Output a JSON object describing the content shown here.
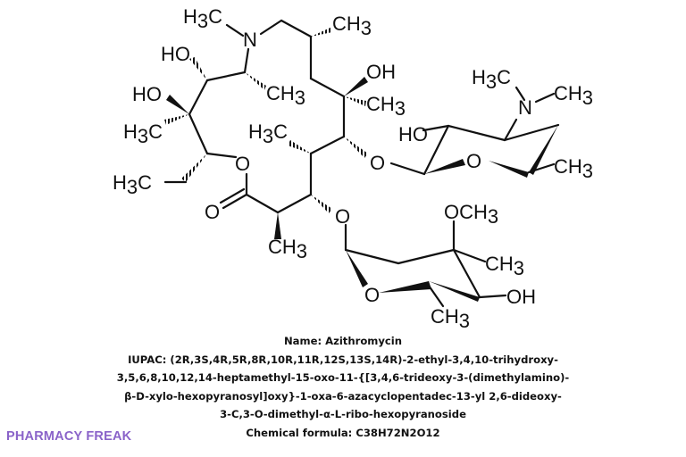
{
  "structure": {
    "compound": "Azithromycin",
    "labels": {
      "n_methyl": "H3C",
      "ring_n": "N",
      "top_methyl": "CH3",
      "ho_top": "HO",
      "n_adj_methyl": "CH3",
      "ho_left": "HO",
      "c_methyl_left": "H3C",
      "ethyl": "H3C",
      "ring_o": "O",
      "carbonyl_o": "O",
      "bottom_methyl": "CH3",
      "oh_right": "OH",
      "ch3_right": "CH3",
      "h3c_mid": "H3C",
      "o_desosamine_link": "O",
      "o_cladinose_link": "O",
      "desosamine_ho": "HO",
      "desosamine_ring_o": "O",
      "desosamine_n": "N",
      "desosamine_n_me1": "H3C",
      "desosamine_n_me2": "CH3",
      "desosamine_ch3": "CH3",
      "cladinose_och3": "OCH3",
      "cladinose_ch3_a": "CH3",
      "cladinose_oh": "OH",
      "cladinose_ring_o": "O",
      "cladinose_ch3_b": "CH3"
    }
  },
  "caption": {
    "name": "Name: Azithromycin",
    "iupac_lines": [
      "IUPAC: (2R,3S,4R,5R,8R,10R,11R,12S,13S,14R)-2-ethyl-3,4,10-trihydroxy-",
      "3,5,6,8,10,12,14-heptamethyl-15-oxo-11-{[3,4,6-trideoxy-3-(dimethylamino)-",
      "β-D-xylo-hexopyranosyl]oxy}-1-oxa-6-azacyclopentadec-13-yl 2,6-dideoxy-",
      "3-C,3-O-dimethyl-α-L-ribo-hexopyranoside"
    ],
    "formula": "Chemical formula: C38H72N2O12"
  },
  "brand": {
    "label": "PHARMACY FREAK",
    "color": "#8a63c9"
  }
}
